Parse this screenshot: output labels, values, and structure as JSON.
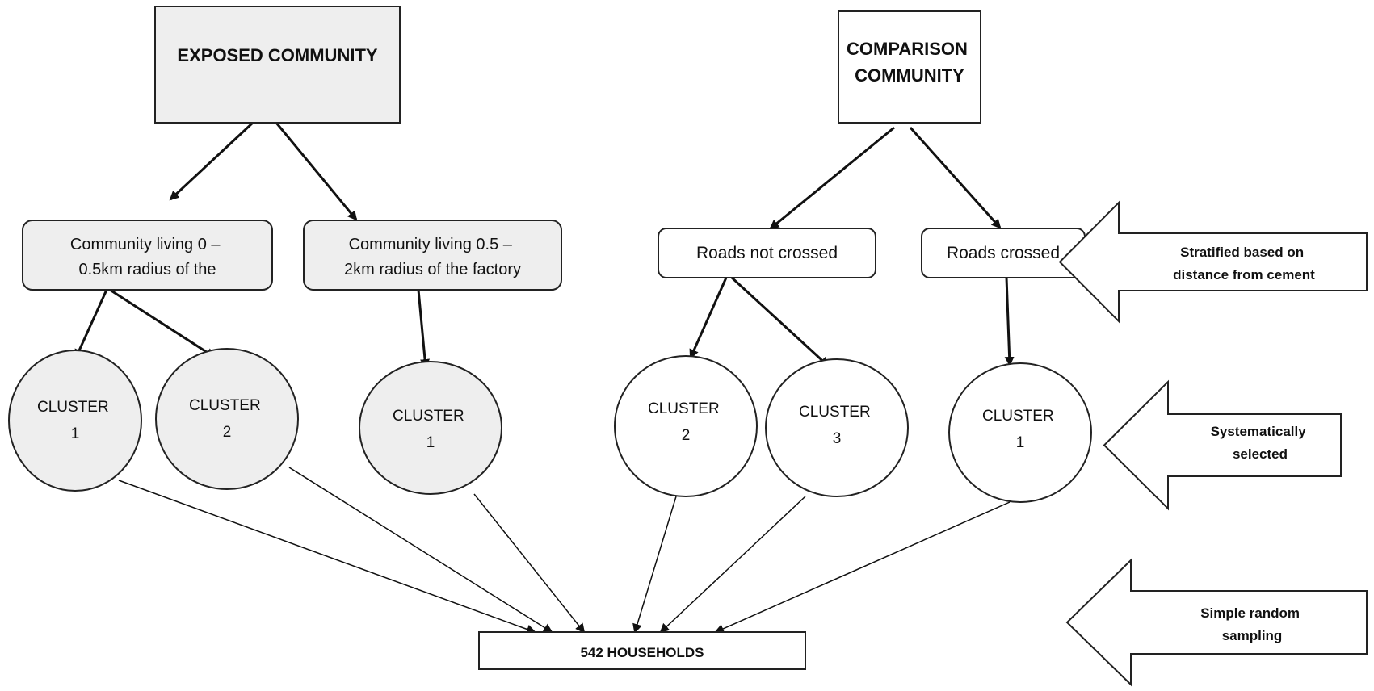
{
  "colors": {
    "exposed_fill": "#eeeeee",
    "comparison_fill": "#ffffff",
    "stroke": "#222222"
  },
  "diagram": {
    "exposed_community": "EXPOSED COMMUNITY",
    "comparison_community": [
      "COMPARISON",
      "COMMUNITY"
    ],
    "exposed_strata": [
      [
        "Community living 0 –",
        "0.5km radius of the"
      ],
      [
        "Community living 0.5 –",
        "2km radius of the factory"
      ]
    ],
    "comparison_strata": [
      "Roads not crossed",
      "Roads crossed"
    ],
    "exposed_clusters": [
      [
        "CLUSTER",
        "1"
      ],
      [
        "CLUSTER",
        "2"
      ],
      [
        "CLUSTER",
        "1"
      ]
    ],
    "comparison_clusters": [
      [
        "CLUSTER",
        "2"
      ],
      [
        "CLUSTER",
        "3"
      ],
      [
        "CLUSTER",
        "1"
      ]
    ],
    "households": "542 HOUSEHOLDS",
    "side_labels": [
      [
        "Stratified based on",
        "distance from cement"
      ],
      [
        "Systematically",
        "selected"
      ],
      [
        "Simple random",
        "sampling"
      ]
    ]
  }
}
